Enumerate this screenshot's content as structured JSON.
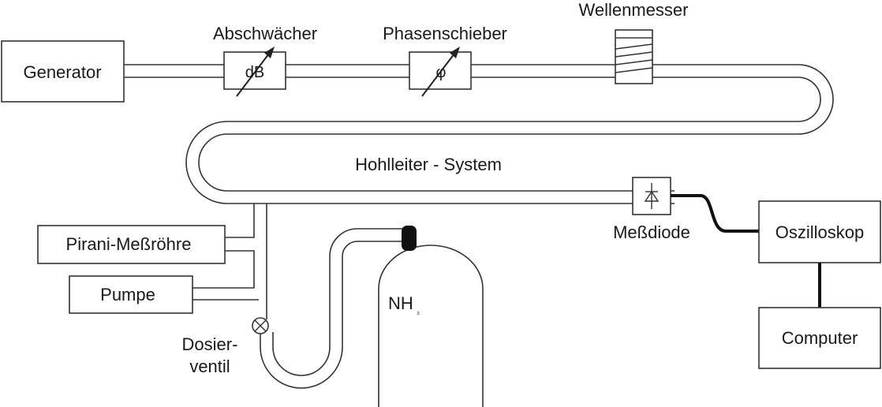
{
  "title": "",
  "labels": {
    "generator": "Generator",
    "attenuator": "Abschwächer",
    "attenuator_unit": "dB",
    "phase_shifter": "Phasenschieber",
    "phase_symbol": "φ",
    "wavemeter": "Wellenmesser",
    "waveguide_system": "Hohlleiter - System",
    "pirani_gauge": "Pirani-Meßröhre",
    "pump": "Pumpe",
    "dosing_valve_line1": "Dosier-",
    "dosing_valve_line2": "ventil",
    "gas_bottle_main": "NH",
    "gas_bottle_sub": "₃",
    "measuring_diode": "Meßdiode",
    "oscilloscope": "Oszilloskop",
    "computer": "Computer"
  },
  "colors": {
    "line": "#333333",
    "text": "#1a1a1a",
    "box_fill": "#ffffff",
    "bottle_cap": "#111111"
  }
}
